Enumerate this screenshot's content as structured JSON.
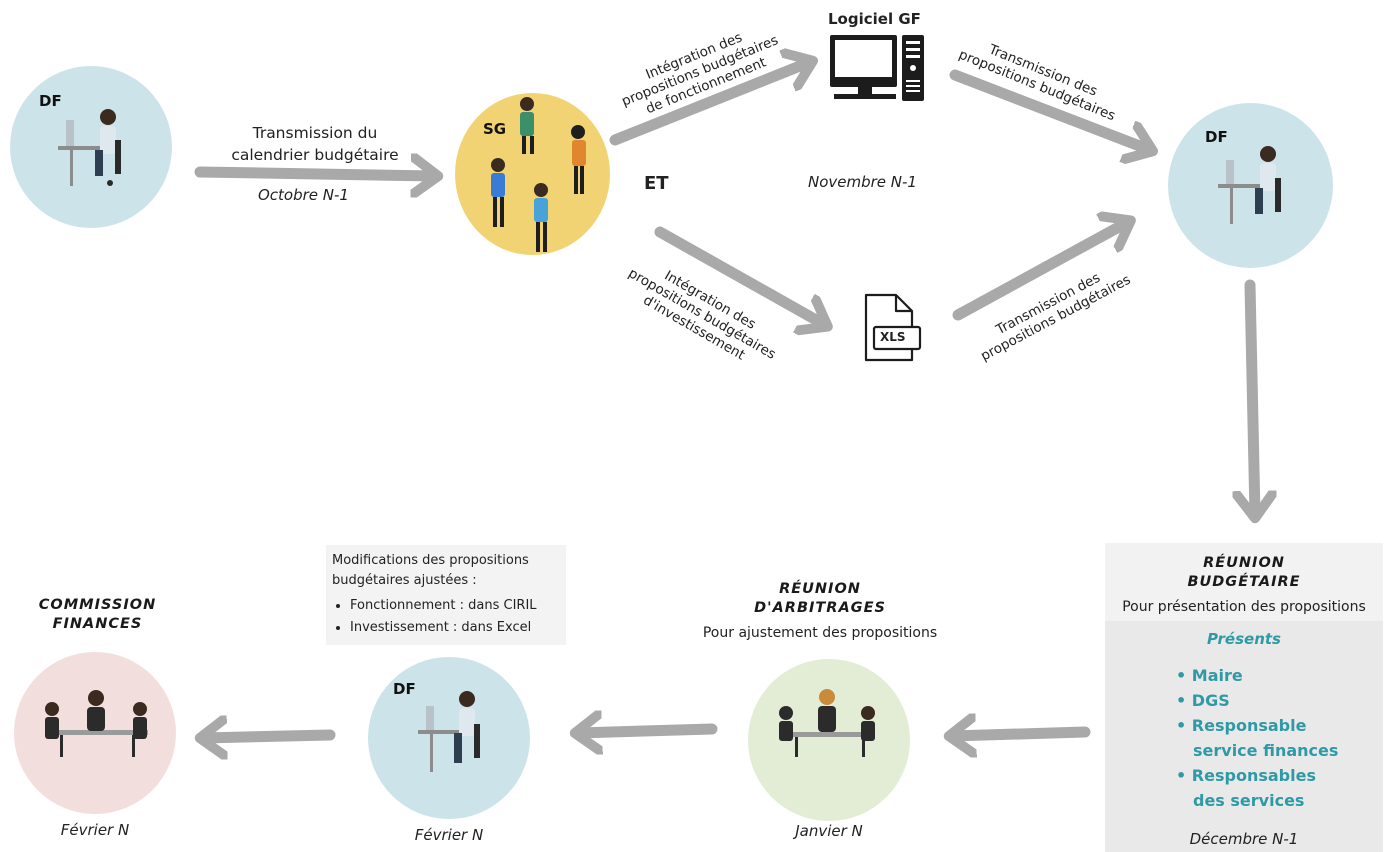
{
  "nodes": {
    "df_start_label": "DF",
    "sg_label": "SG",
    "et_label": "ET",
    "logiciel_label": "Logiciel GF",
    "xls_label": "XLS",
    "df_right_label": "DF",
    "df_bottom_label": "DF"
  },
  "flows": {
    "transmission_cal_line1": "Transmission du",
    "transmission_cal_line2": "calendrier budgétaire",
    "octobre": "Octobre N-1",
    "integration_fonct_line1": "Intégration des",
    "integration_fonct_line2": "propositions budgétaires",
    "integration_fonct_line3": "de fonctionnement",
    "novembre": "Novembre N-1",
    "transmission_top_line1": "Transmission des",
    "transmission_top_line2": "propositions budgétaires",
    "integration_invest_line1": "Intégration des",
    "integration_invest_line2": "propositions budgétaires",
    "integration_invest_line3": "d'investissement",
    "transmission_bottom_line1": "Transmission des",
    "transmission_bottom_line2": "propositions budgétaires"
  },
  "reunion_budgetaire": {
    "title_line1": "RÉUNION",
    "title_line2": "BUDGÉTAIRE",
    "subtitle": "Pour présentation des propositions",
    "presents_label": "Présents",
    "attendees": [
      "Maire",
      "DGS",
      "Responsable service finances",
      "Responsables des services"
    ],
    "attendee_1": "Maire",
    "attendee_2": "DGS",
    "attendee_3a": "Responsable",
    "attendee_3b": "service finances",
    "attendee_4a": "Responsables",
    "attendee_4b": "des services",
    "date": "Décembre N-1"
  },
  "reunion_arbitrages": {
    "title_line1": "RÉUNION",
    "title_line2": "D'ARBITRAGES",
    "subtitle": "Pour ajustement des propositions",
    "date": "Janvier N"
  },
  "modifications": {
    "title_line1": "Modifications des propositions",
    "title_line2": "budgétaires ajustées :",
    "item1": "Fonctionnement : dans CIRIL",
    "item2": "Investissement  :  dans Excel",
    "date": "Février N"
  },
  "commission": {
    "title_line1": "COMMISSION",
    "title_line2": "FINANCES",
    "date": "Février N"
  },
  "colors": {
    "arrow": "#a9a9a9",
    "circle_blue": "#cde3ea",
    "circle_yellow": "#f2d374",
    "circle_green": "#e3edd6",
    "circle_pink": "#f3dede",
    "presents_teal": "#2f9aa6"
  }
}
